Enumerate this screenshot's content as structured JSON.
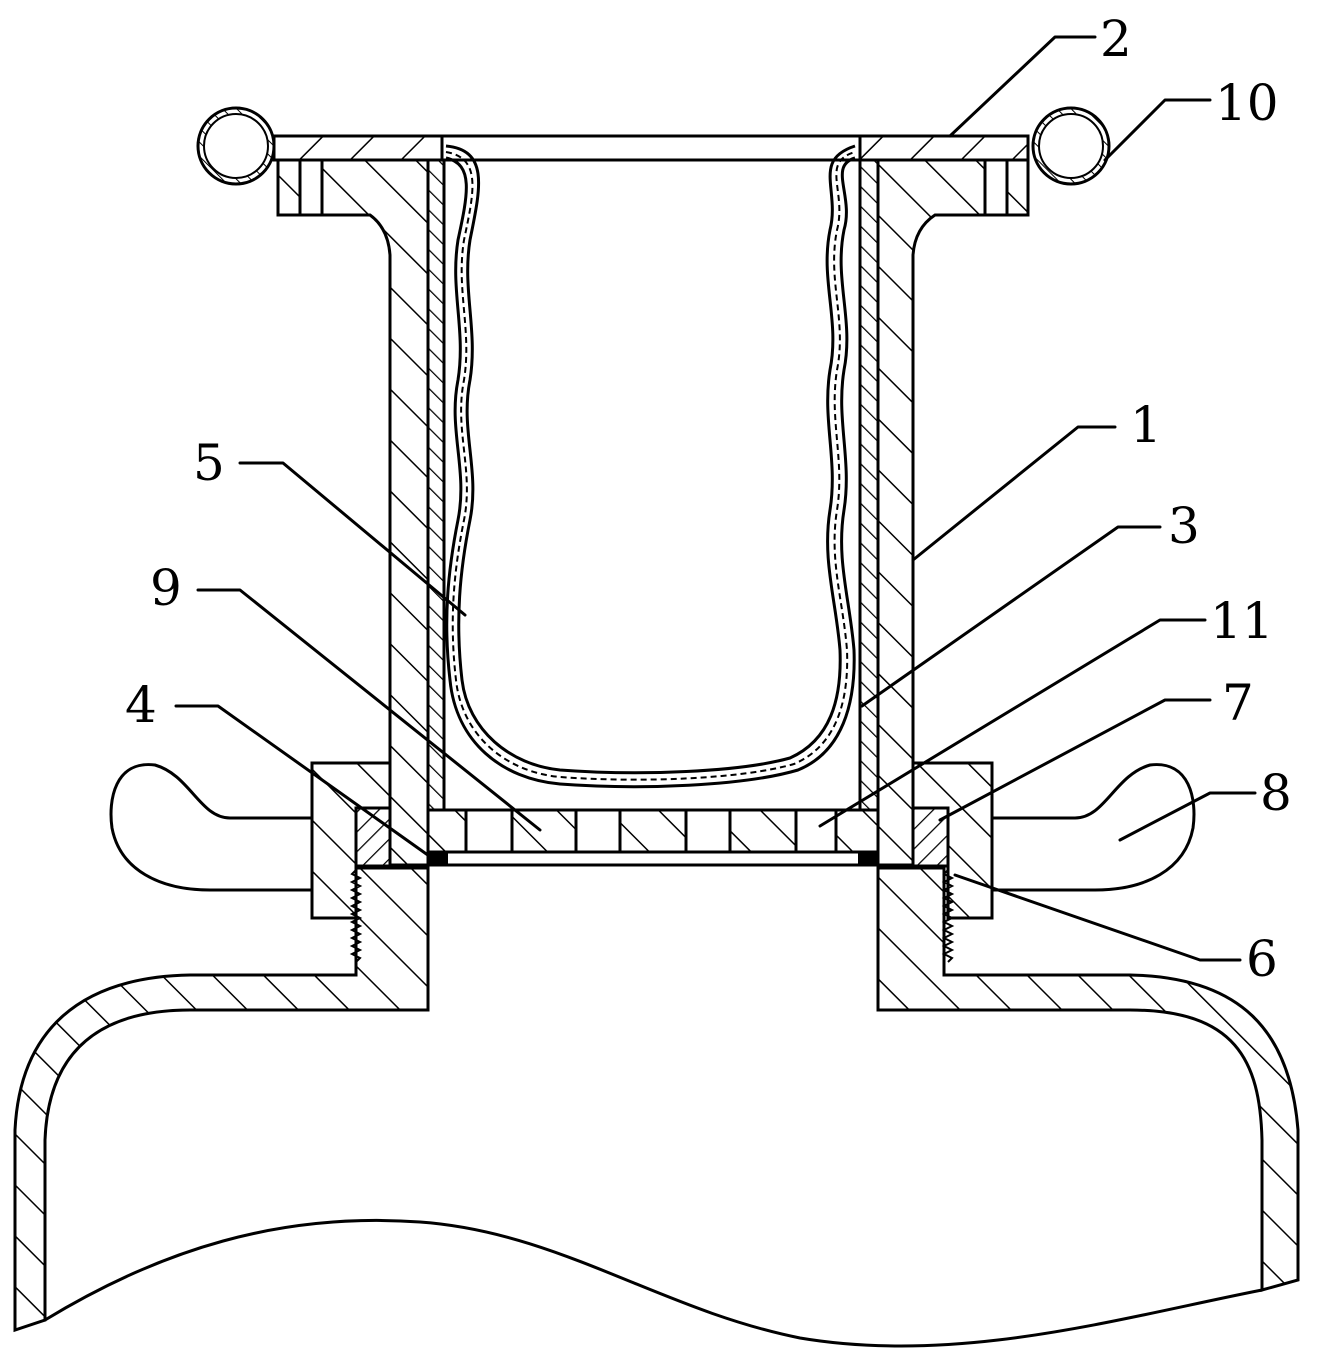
{
  "diagram": {
    "labels": [
      {
        "id": "1",
        "text": "1"
      },
      {
        "id": "2",
        "text": "2"
      },
      {
        "id": "3",
        "text": "3"
      },
      {
        "id": "4",
        "text": "4"
      },
      {
        "id": "5",
        "text": "5"
      },
      {
        "id": "6",
        "text": "6"
      },
      {
        "id": "7",
        "text": "7"
      },
      {
        "id": "8",
        "text": "8"
      },
      {
        "id": "9",
        "text": "9"
      },
      {
        "id": "10",
        "text": "10"
      },
      {
        "id": "11",
        "text": "11"
      }
    ],
    "colors": {
      "line": "#000000",
      "background": "#ffffff"
    }
  }
}
